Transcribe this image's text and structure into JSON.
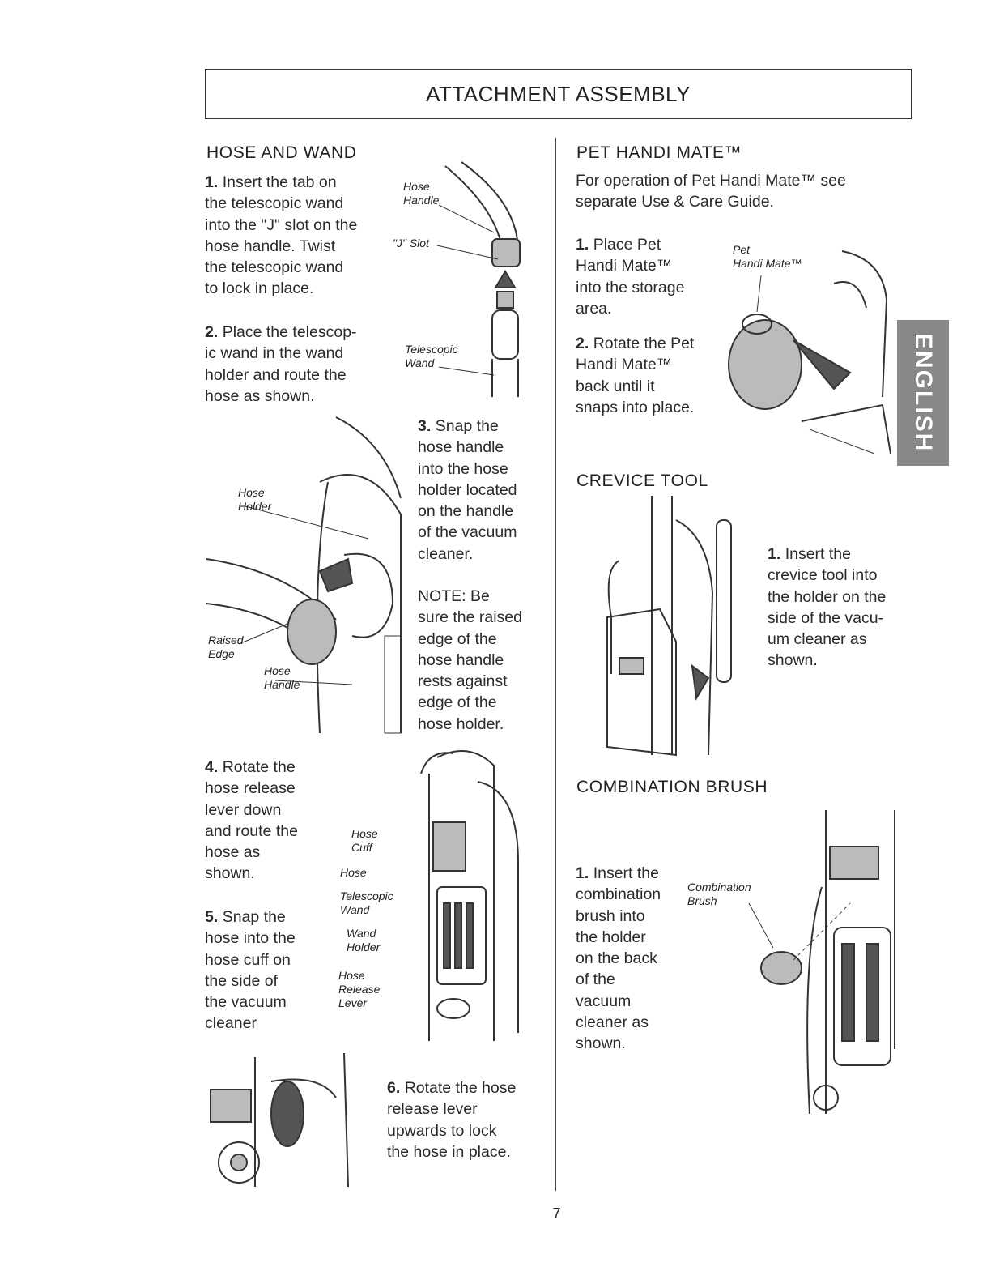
{
  "page": {
    "title": "ATTACHMENT ASSEMBLY",
    "page_number": "7",
    "side_tab": "ENGLISH"
  },
  "hose_and_wand": {
    "heading": "HOSE AND WAND",
    "step1_num": "1.",
    "step1": "Insert the tab on\nthe telescopic wand\ninto the \"J\" slot on the\nhose handle. Twist\nthe telescopic wand\nto lock in place.",
    "step2_num": "2.",
    "step2": "Place the telescop-\nic wand in the wand\nholder and route the\nhose as shown.",
    "step3_num": "3.",
    "step3": "Snap the\nhose handle\ninto the hose\nholder located\non the handle\nof the vacuum\ncleaner.",
    "note_label": "NOTE:",
    "note": "Be\nsure the raised\nedge of the\nhose handle\nrests against\nedge of the\nhose holder.",
    "step4_num": "4.",
    "step4": "Rotate the\nhose release\nlever down\nand route the\nhose as\nshown.",
    "step5_num": "5.",
    "step5": "Snap the\nhose into the\nhose cuff on\nthe side of\nthe vacuum\ncleaner",
    "step6_num": "6.",
    "step6": "Rotate the hose\nrelease lever\nupwards to lock\nthe hose in place.",
    "labels": {
      "hose_handle": "Hose\nHandle",
      "j_slot": "\"J\" Slot",
      "telescopic_wand": "Telescopic\nWand",
      "hose_holder": "Hose\nHolder",
      "raised_edge": "Raised\nEdge",
      "hose_handle_2": "Hose\nHandle",
      "hose_cuff": "Hose\nCuff",
      "hose": "Hose",
      "telescopic_wand_2": "Telescopic\nWand",
      "wand_holder": "Wand\nHolder",
      "hose_release_lever": "Hose\nRelease\nLever"
    }
  },
  "pet_handi_mate": {
    "heading": "PET HANDI MATE™",
    "intro": "For operation of Pet Handi Mate™ see\nseparate Use & Care Guide.",
    "step1_num": "1.",
    "step1": "Place Pet\nHandi Mate™\ninto the storage\narea.",
    "step2_num": "2.",
    "step2": "Rotate the Pet\nHandi Mate™\nback until it\nsnaps into place.",
    "label": "Pet\nHandi Mate™"
  },
  "crevice_tool": {
    "heading": "CREVICE TOOL",
    "step1_num": "1.",
    "step1": "Insert the\ncrevice tool into\nthe holder on the\nside of the vacu-\num cleaner as\nshown."
  },
  "combination_brush": {
    "heading": "COMBINATION BRUSH",
    "step1_num": "1.",
    "step1": "Insert the\ncombination\nbrush into\nthe holder\non the back\nof the\nvacuum\ncleaner as\nshown.",
    "label": "Combination\nBrush"
  }
}
